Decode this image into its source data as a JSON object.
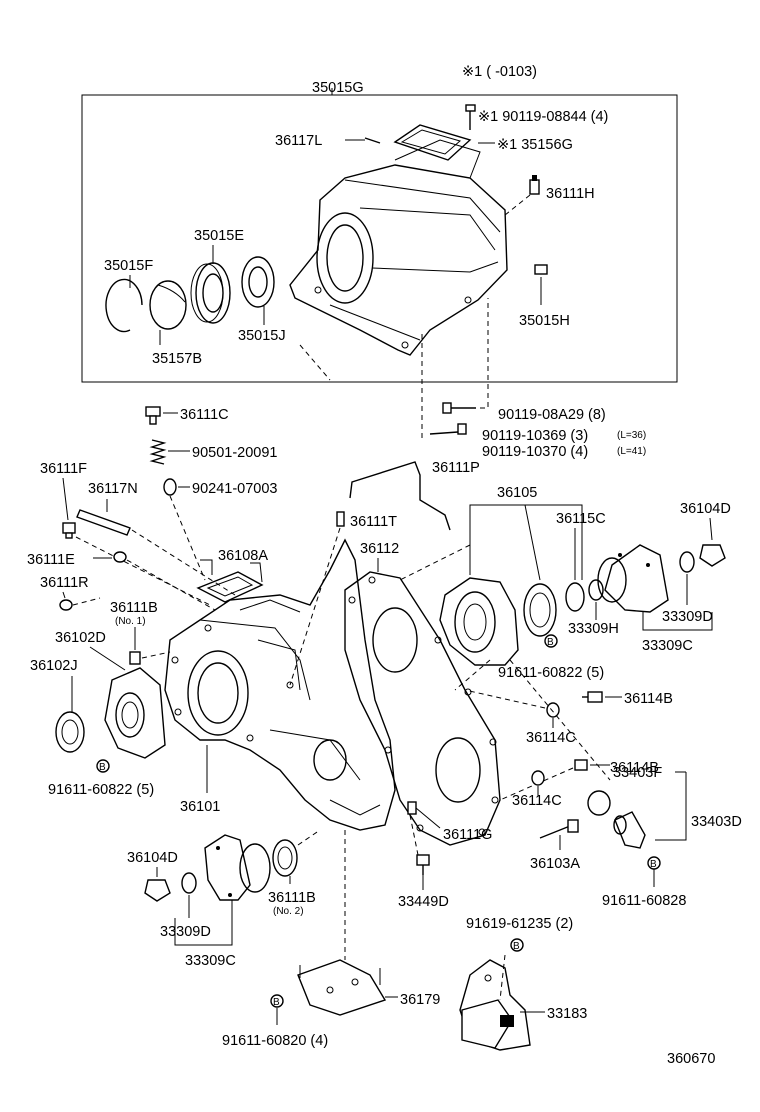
{
  "header": {
    "note": "※1 (      -0103)"
  },
  "labels": {
    "l35015G": "35015G",
    "l90119_08844": "※1 90119-08844 (4)",
    "l36117L": "36117L",
    "l35156G": "※1 35156G",
    "l36111H": "36111H",
    "l35015E": "35015E",
    "l35015F": "35015F",
    "l35015H": "35015H",
    "l35015J": "35015J",
    "l35157B": "35157B",
    "l36111C": "36111C",
    "l90119_08A29": "90119-08A29 (8)",
    "l90119_10369": "90119-10369 (3)",
    "l90119_10370": "90119-10370 (4)",
    "lL36": "(L=36)",
    "lL41": "(L=41)",
    "l90501_20091": "90501-20091",
    "l36111F": "36111F",
    "l36111P": "36111P",
    "l36117N": "36117N",
    "l90241_07003": "90241-07003",
    "l36105": "36105",
    "l36104D_r": "36104D",
    "l36111T": "36111T",
    "l36112": "36112",
    "l36115C": "36115C",
    "l36111E": "36111E",
    "l36108A": "36108A",
    "l36111R": "36111R",
    "l36111B_1": "36111B",
    "lNo1": "(No. 1)",
    "l36102D": "36102D",
    "l36102J": "36102J",
    "l33309D_r": "33309D",
    "l33309H": "33309H",
    "l33309C_r": "33309C",
    "l91611_60822_r": "91611-60822 (5)",
    "l36114B_1": "36114B",
    "l36114C_1": "36114C",
    "l36114B_2": "36114B",
    "l91611_60822_l": "91611-60822 (5)",
    "l36101": "36101",
    "l36114C_2": "36114C",
    "l33403F": "33403F",
    "l33403D": "33403D",
    "l36111G": "36111G",
    "l36104D_l": "36104D",
    "l36103A": "36103A",
    "l36111B_2": "36111B",
    "lNo2": "(No. 2)",
    "l33449D": "33449D",
    "l91611_60828": "91611-60828",
    "l33309D_l": "33309D",
    "l91619_61235": "91619-61235 (2)",
    "l33309C_l": "33309C",
    "l36179": "36179",
    "l33183": "33183",
    "l91611_60820": "91611-60820 (4)",
    "l360670": "360670"
  },
  "icons": {
    "bolt_marker": "circled-B-icon"
  }
}
